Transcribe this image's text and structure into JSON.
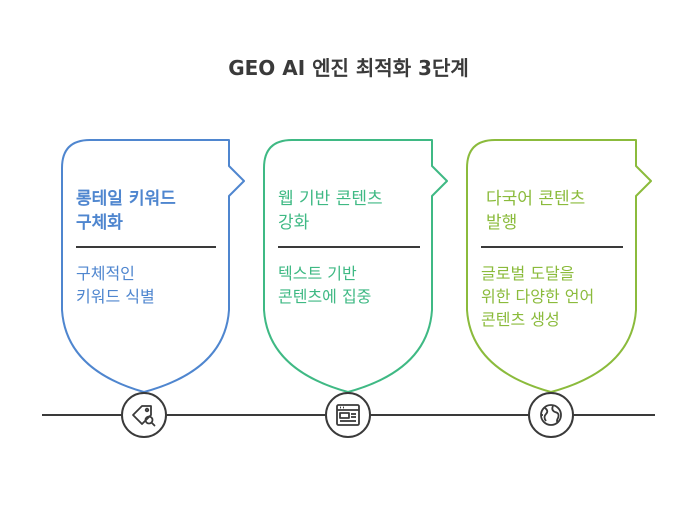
{
  "title": "GEO AI 엔진 최적화 3단계",
  "colors": {
    "step1": "#4f86cf",
    "step2": "#3fb984",
    "step3": "#8bbb3c",
    "line": "#3a3a3a"
  },
  "steps": [
    {
      "heading_lines": [
        "롱테일 키워드",
        "구체화"
      ],
      "body_lines": [
        "구체적인",
        "키워드 식별"
      ],
      "icon": "price-tag-search-icon"
    },
    {
      "heading_lines": [
        "웹 기반 콘텐츠",
        "강화"
      ],
      "body_lines": [
        "텍스트 기반",
        "콘텐츠에 집중"
      ],
      "icon": "web-page-icon"
    },
    {
      "heading_lines": [
        "다국어 콘텐츠",
        "발행"
      ],
      "body_lines": [
        "글로벌 도달을",
        "위한 다양한 언어",
        "콘텐츠 생성"
      ],
      "icon": "globe-icon"
    }
  ]
}
